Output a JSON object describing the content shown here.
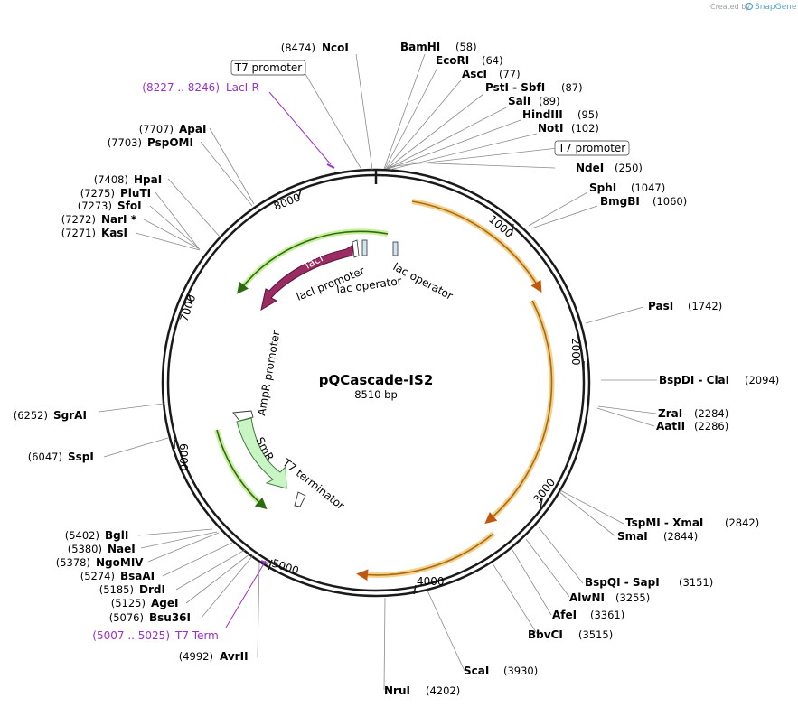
{
  "credit": {
    "prefix": "Created by",
    "brand": "SnapGene"
  },
  "plasmid": {
    "name": "pQCascade-IS2",
    "length_label": "8510 bp",
    "length": 8510
  },
  "ticks": [
    "1000",
    "2000",
    "3000",
    "4000",
    "5000",
    "6000",
    "7000",
    "8000"
  ],
  "sites": [
    {
      "id": "ncoi",
      "name": "NcoI",
      "pos": "(8474)"
    },
    {
      "id": "bamhi",
      "name": "BamHI",
      "pos": "(58)"
    },
    {
      "id": "ecori",
      "name": "EcoRI",
      "pos": "(64)"
    },
    {
      "id": "asci",
      "name": "AscI",
      "pos": "(77)"
    },
    {
      "id": "psti-sbfi",
      "name": "PstI - SbfI",
      "pos": "(87)"
    },
    {
      "id": "sali",
      "name": "SalI",
      "pos": "(89)"
    },
    {
      "id": "hindiii",
      "name": "HindIII",
      "pos": "(95)"
    },
    {
      "id": "noti",
      "name": "NotI",
      "pos": "(102)"
    },
    {
      "id": "ndei",
      "name": "NdeI",
      "pos": "(250)"
    },
    {
      "id": "sphi",
      "name": "SphI",
      "pos": "(1047)"
    },
    {
      "id": "bmgbi",
      "name": "BmgBI",
      "pos": "(1060)"
    },
    {
      "id": "pasi",
      "name": "PasI",
      "pos": "(1742)"
    },
    {
      "id": "bspdi-clai",
      "name": "BspDI - ClaI",
      "pos": "(2094)"
    },
    {
      "id": "zrai",
      "name": "ZraI",
      "pos": "(2284)"
    },
    {
      "id": "aatii",
      "name": "AatII",
      "pos": "(2286)"
    },
    {
      "id": "tspmi-xmai",
      "name": "TspMI - XmaI",
      "pos": "(2842)"
    },
    {
      "id": "smai",
      "name": "SmaI",
      "pos": "(2844)"
    },
    {
      "id": "bspqi-sapi",
      "name": "BspQI - SapI",
      "pos": "(3151)"
    },
    {
      "id": "alwni",
      "name": "AlwNI",
      "pos": "(3255)"
    },
    {
      "id": "afei",
      "name": "AfeI",
      "pos": "(3361)"
    },
    {
      "id": "bbvci",
      "name": "BbvCI",
      "pos": "(3515)"
    },
    {
      "id": "scai",
      "name": "ScaI",
      "pos": "(3930)"
    },
    {
      "id": "nrui",
      "name": "NruI",
      "pos": "(4202)"
    },
    {
      "id": "avrii",
      "name": "AvrII",
      "pos": "(4992)"
    },
    {
      "id": "bsu36i",
      "name": "Bsu36I",
      "pos": "(5076)"
    },
    {
      "id": "agei",
      "name": "AgeI",
      "pos": "(5125)"
    },
    {
      "id": "drdi",
      "name": "DrdI",
      "pos": "(5185)"
    },
    {
      "id": "bsaai",
      "name": "BsaAI",
      "pos": "(5274)"
    },
    {
      "id": "ngomiv",
      "name": "NgoMIV",
      "pos": "(5378)"
    },
    {
      "id": "naei",
      "name": "NaeI",
      "pos": "(5380)"
    },
    {
      "id": "bgli",
      "name": "BglI",
      "pos": "(5402)"
    },
    {
      "id": "sspi",
      "name": "SspI",
      "pos": "(6047)"
    },
    {
      "id": "sgrai",
      "name": "SgrAI",
      "pos": "(6252)"
    },
    {
      "id": "kasi",
      "name": "KasI",
      "pos": "(7271)"
    },
    {
      "id": "nari",
      "name": "NarI *",
      "pos": "(7272)"
    },
    {
      "id": "sfoi",
      "name": "SfoI",
      "pos": "(7273)"
    },
    {
      "id": "pluti",
      "name": "PluTI",
      "pos": "(7275)"
    },
    {
      "id": "hpai",
      "name": "HpaI",
      "pos": "(7408)"
    },
    {
      "id": "pspomi",
      "name": "PspOMI",
      "pos": "(7703)"
    },
    {
      "id": "apai",
      "name": "ApaI",
      "pos": "(7707)"
    }
  ],
  "primers": [
    {
      "id": "laci-r",
      "range": "(8227 .. 8246)",
      "name": "LacI-R"
    },
    {
      "id": "t7-term",
      "range": "(5007 .. 5025)",
      "name": "T7 Term"
    }
  ],
  "boxed": [
    "T7 promoter",
    "T7 promoter"
  ],
  "features": {
    "laci": "lacI",
    "laci_promoter": "lacI promoter",
    "lac_operator_a": "lac operator",
    "lac_operator_b": "lac operator",
    "ampr_promoter": "AmpR promoter",
    "smr": "SmR",
    "t7_terminator": "T7 terminator"
  },
  "colors": {
    "backbone": "#1a1a1a",
    "orf_orange": "#f5b942",
    "green_orf": "#4caf20",
    "laci": "#9a2b63",
    "smr": "#c9f5c5",
    "primer": "#9b2fc8",
    "operator": "#5aa5c8"
  }
}
